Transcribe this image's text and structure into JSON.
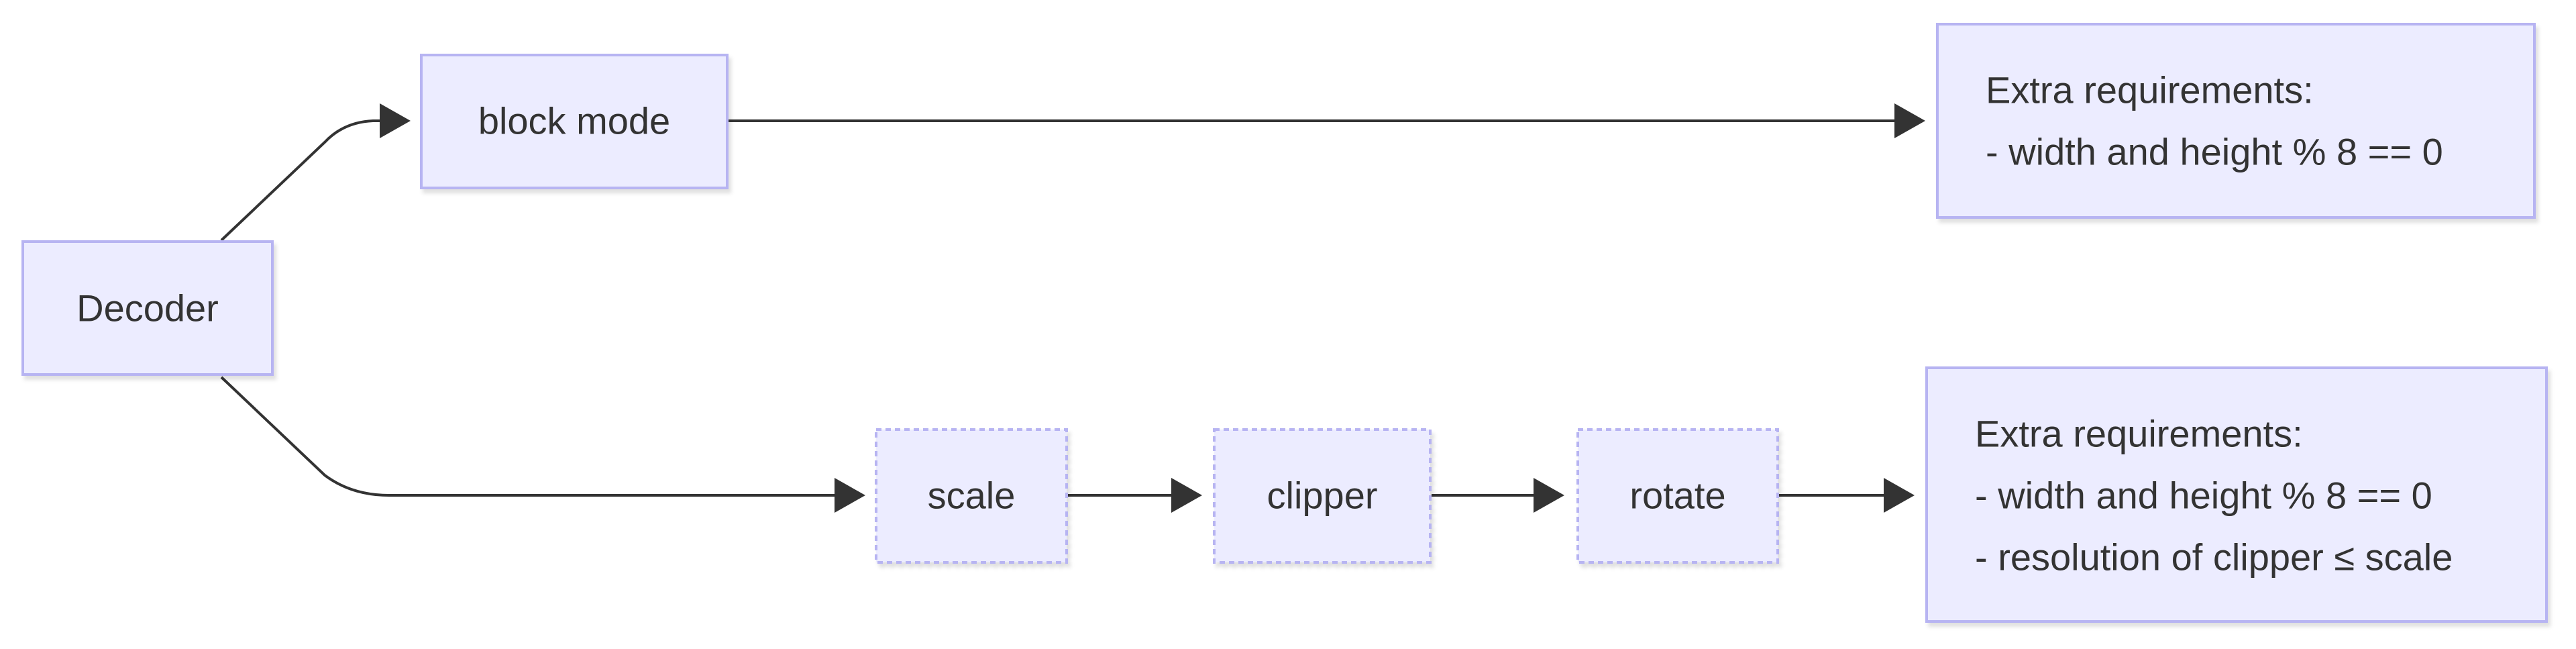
{
  "diagram": {
    "nodes": {
      "decoder": "Decoder",
      "block_mode": "block mode",
      "scale": "scale",
      "clipper": "clipper",
      "rotate": "rotate",
      "req_top": {
        "line1": "Extra requirements:",
        "line2": "- width and height % 8 == 0"
      },
      "req_bottom": {
        "line1": "Extra requirements:",
        "line2": "- width and height % 8 == 0",
        "line3": "- resolution of clipper ≤ scale"
      }
    },
    "edges": [
      {
        "from": "decoder",
        "to": "block_mode"
      },
      {
        "from": "block_mode",
        "to": "req_top"
      },
      {
        "from": "decoder",
        "to": "scale"
      },
      {
        "from": "scale",
        "to": "clipper"
      },
      {
        "from": "clipper",
        "to": "rotate"
      },
      {
        "from": "rotate",
        "to": "req_bottom"
      }
    ],
    "colors": {
      "node_fill": "#ECECFF",
      "node_stroke": "#B7B4F2",
      "edge": "#333333",
      "text": "#333333"
    }
  }
}
